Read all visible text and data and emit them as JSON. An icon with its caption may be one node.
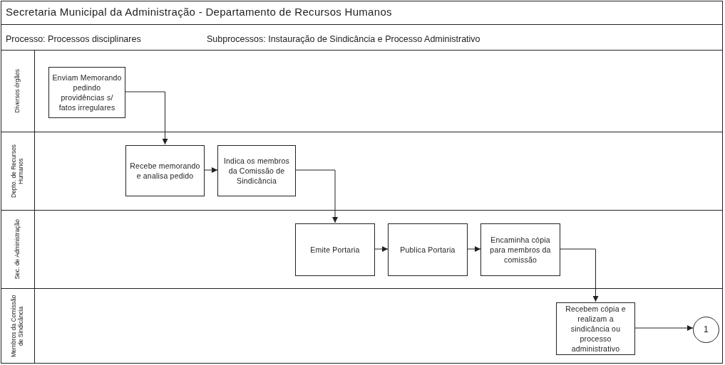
{
  "diagram": {
    "title": "Secretaria Municipal da Administração - Departamento de Recursos Humanos",
    "nodes": [
      {
        "text": [
          "Diversos órgãos"
        ]
      },
      {
        "text": [
          "Enviam Memorando pedindo providências s/ fatos irregulares"
        ],
        "in": 0
      },
      {
        "text": [
          "Depto. de Recursos Humanos"
        ]
      },
      {
        "text": [
          "Recebe memorando e analisa pedido"
        ],
        "in": 2
      },
      {
        "text": [
          "Indica os membros da Comissão de Sindicância"
        ],
        "in": 2
      },
      {
        "text": [
          "Sec. de Administração"
        ]
      },
      {
        "text": [
          "Emite Portaria"
        ],
        "in": 5
      },
      {
        "text": [
          "Publica Portaria"
        ],
        "in": 5
      },
      {
        "text": [
          "Encaminha cópia para membros da comissão"
        ],
        "in": 5
      },
      {
        "text": [
          "Membros da Comissão de Sindicância"
        ]
      },
      {
        "text": [
          "Recebem cópia e realizam a sindicância ou processo administrativo"
        ],
        "in": 9
      },
      {
        "text": [
          "1"
        ],
        "in": 9
      }
    ],
    "edges": [
      {
        "from": 1,
        "to": 3,
        "arrow": "to"
      },
      {
        "from": 3,
        "to": 4,
        "arrow": "to"
      },
      {
        "from": 4,
        "to": 6,
        "arrow": "to"
      },
      {
        "from": 6,
        "to": 7,
        "arrow": "to"
      },
      {
        "from": 7,
        "to": 8,
        "arrow": "to"
      },
      {
        "from": 8,
        "to": 10,
        "arrow": "to"
      },
      {
        "from": 10,
        "to": 11,
        "arrow": "to"
      }
    ],
    "labels": [
      "Processo: Processos disciplinares",
      "Subprocessos: Instauração de Sindicância e Processo Administrativo"
    ]
  }
}
